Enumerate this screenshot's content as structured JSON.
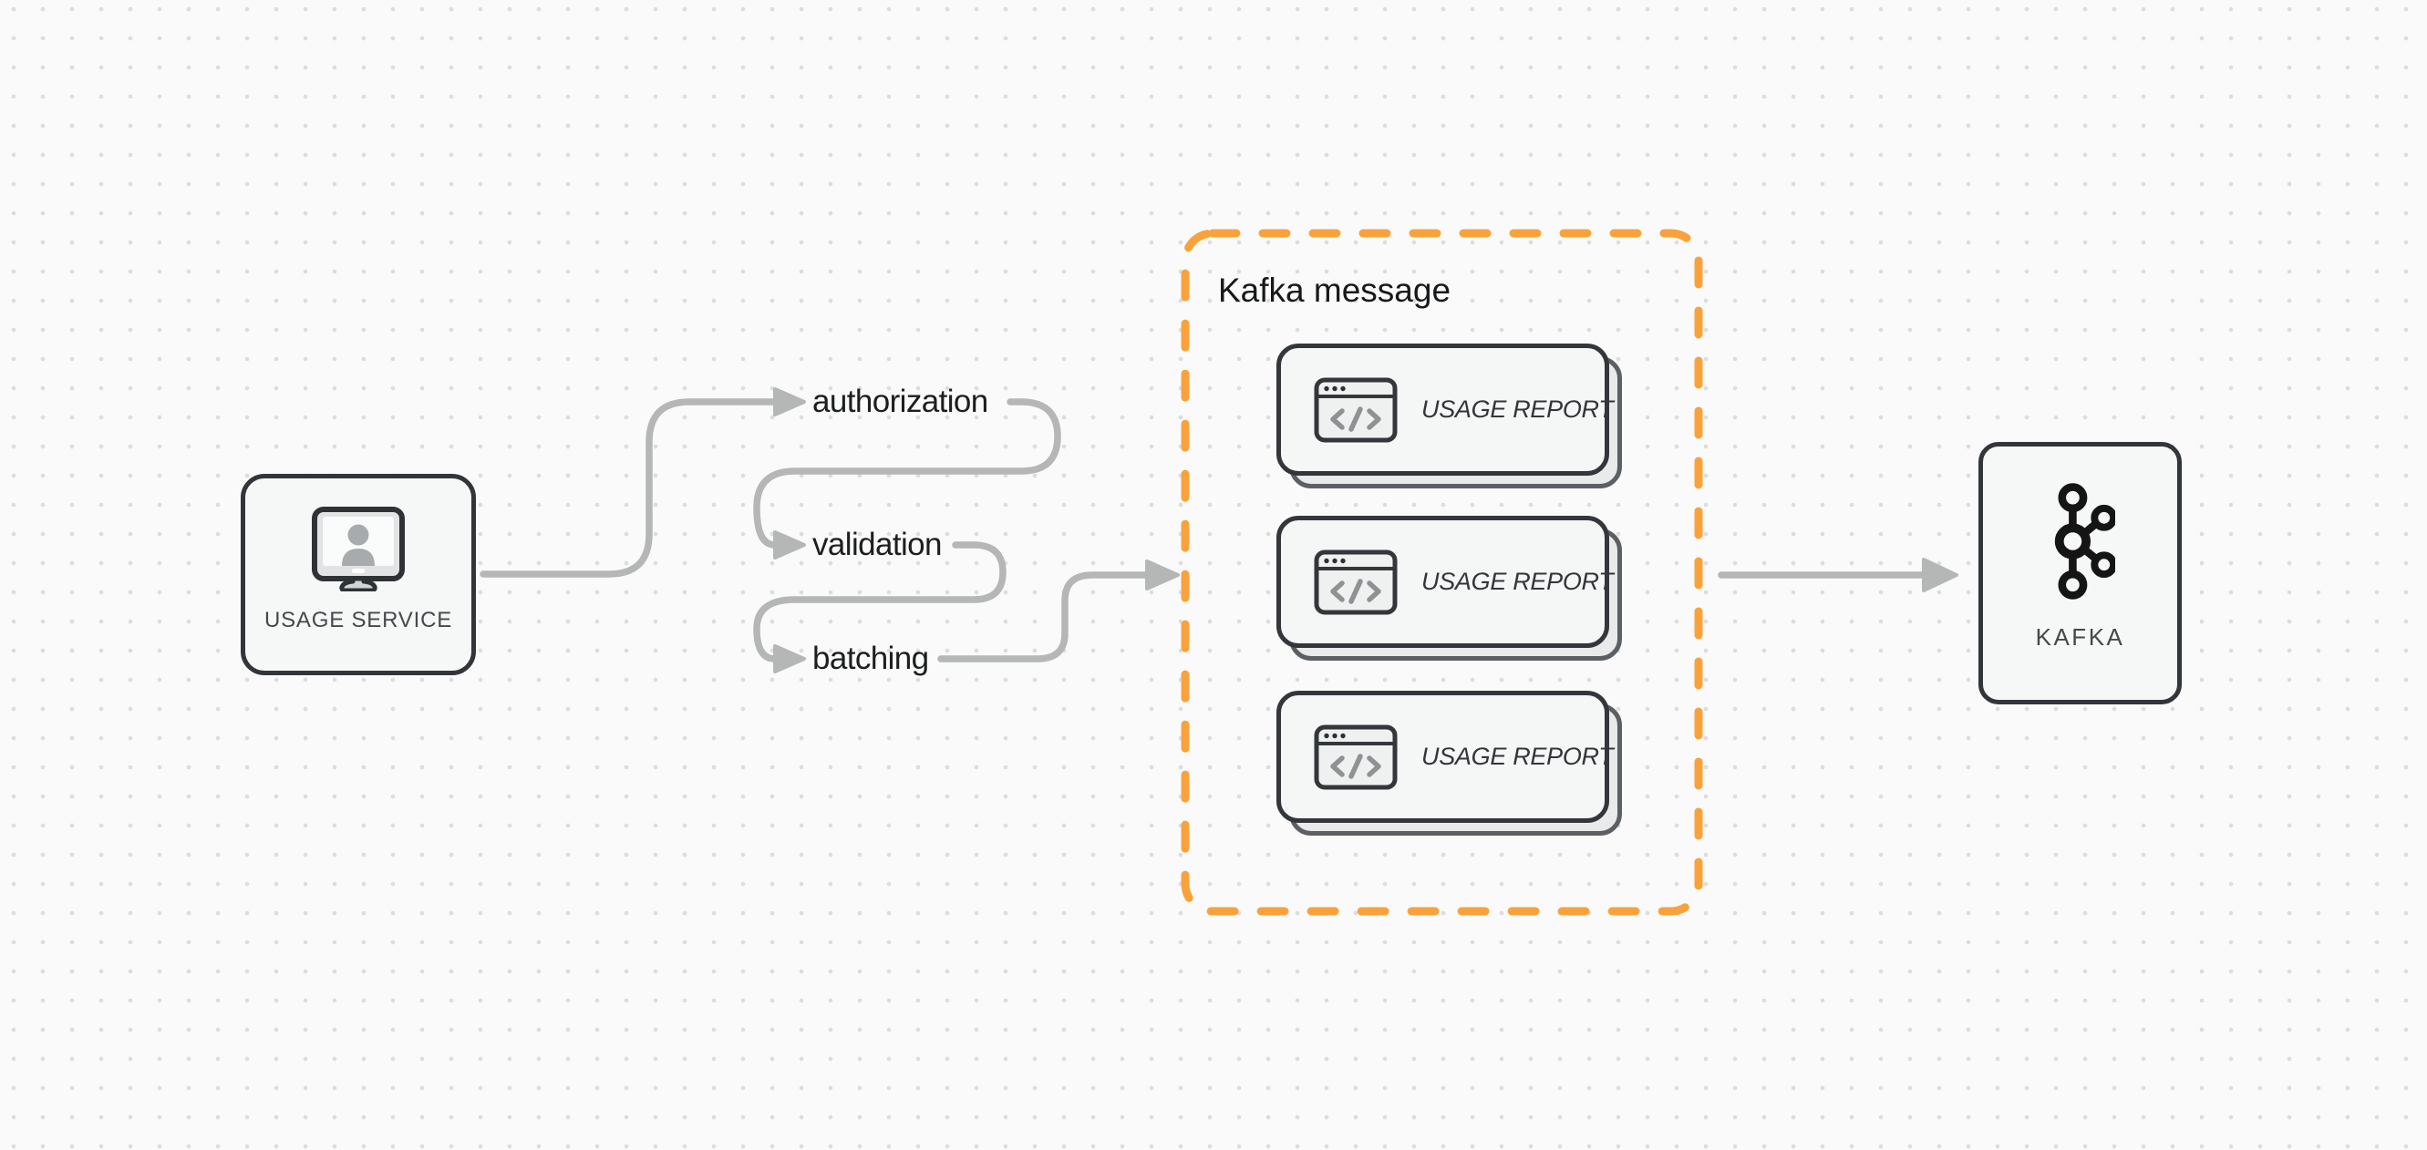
{
  "canvas": {
    "background": "#fafafa",
    "dot_color": "#dcdddd"
  },
  "palette": {
    "arrow": "#b5b6b6",
    "node_border": "#323539",
    "node_fill": "#f6f7f7",
    "group_accent": "#f9a23b",
    "card_shadow_border": "#5c6064",
    "icon_gray": "#8f9294",
    "label_text": "#1c1e1f",
    "node_text": "#46494b"
  },
  "nodes": {
    "usage_service": {
      "label": "USAGE SERVICE",
      "icon": "monitor-user-icon"
    },
    "kafka": {
      "label": "KAFKA",
      "icon": "kafka-logo-icon"
    }
  },
  "flow_steps": [
    {
      "label": "authorization"
    },
    {
      "label": "validation"
    },
    {
      "label": "batching"
    }
  ],
  "kafka_message_group": {
    "title": "Kafka message",
    "cards": [
      {
        "label": "USAGE REPORT",
        "icon": "code-window-icon"
      },
      {
        "label": "USAGE REPORT",
        "icon": "code-window-icon"
      },
      {
        "label": "USAGE REPORT",
        "icon": "code-window-icon"
      }
    ]
  }
}
